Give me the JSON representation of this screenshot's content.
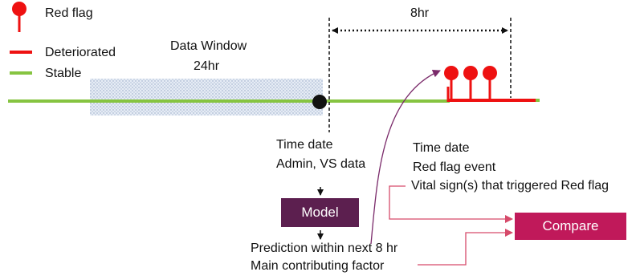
{
  "legend": {
    "red_flag": "Red flag",
    "deteriorated": "Deteriorated",
    "stable": "Stable"
  },
  "data_window": {
    "title": "Data Window",
    "duration": "24hr"
  },
  "prediction_window": {
    "duration": "8hr"
  },
  "model_input": {
    "line1": "Time date",
    "line2": "Admin, VS data"
  },
  "model_box": {
    "label": "Model",
    "color": "#5c1f4f"
  },
  "model_output": {
    "line1": "Prediction within next 8 hr",
    "line2": "Main contributing factor"
  },
  "event_info": {
    "line1": "Time date",
    "line2": "Red flag event",
    "line3": "Vital sign(s) that triggered Red flag"
  },
  "compare_box": {
    "label": "Compare",
    "color": "#c0195a"
  },
  "colors": {
    "red": "#ee1111",
    "green": "#86c441",
    "connector": "#d64a6a",
    "purple_arrow": "#7a2a6a",
    "window_fill": "#dde6f2"
  }
}
